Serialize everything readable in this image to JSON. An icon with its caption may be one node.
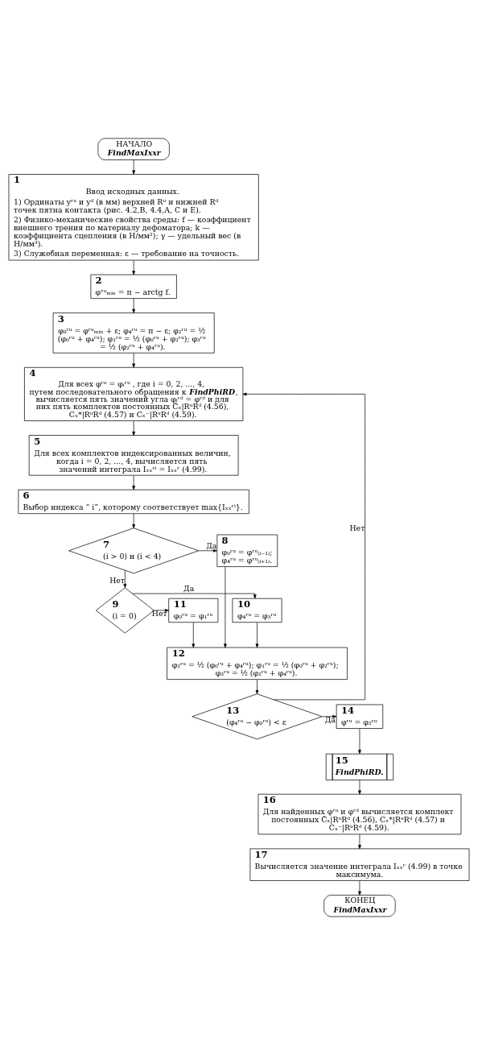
{
  "diagram": {
    "nodes": [
      {
        "text": [
          "НАЧАЛО",
          "FindMaxIxxr"
        ]
      },
      {
        "text": [
          "1",
          "Ввод исходных данных.",
          "1) Ординаты yʳᵘ и yᵈ (в мм) верхней Rᵘ и нижней Rᵈ точек пятна контакта (рис. 4.2,B, 4.4,A, C и E).",
          "2) Физико-механические свойства среды: f — коэффициент внешнего трения по материалу дефоматора; k — коэффициента сцепления (в Н/мм²); γ — удельный вес (в Н/мм³).",
          "3) Служебная переменная: ε — требование на точность."
        ]
      },
      {
        "text": [
          "2",
          "φʳᵘₘᵢₙ = π − arctg f."
        ]
      },
      {
        "text": [
          "3",
          "φ₀ʳᵘ = φʳᵘₘᵢₙ + ε; φ₄ʳᵘ = π − ε; φ₂ʳᵘ = ½ (φ₀ʳᵘ + φ₄ʳᵘ); φ₁ʳᵘ = ½ (φ₀ʳᵘ + φ₂ʳᵘ); φ₃ʳᵘ = ½ (φ₂ʳᵘ + φ₄ʳᵘ)."
        ]
      },
      {
        "text": [
          "4",
          "Для всех φʳᵘ = φᵢʳᵘ , где i = 0, 2, ..., 4, путем последовательного обращения к **FindPhiRD**, вычисляется пять значений угла φᵢʳᵈ = φʳᵈ и для них пять комплектов постоянных C̃ₓ|RᵘRᵈ (4.56), Cₓ*|RᵘRᵈ (4.57) и Cₓ⁻|RᵘRᵈ (4.59)."
        ]
      },
      {
        "text": [
          "5",
          "Для всех комплектов индексированных величин, когда i = 0, 2, ..., 4, вычисляется пять значений интеграла Iₓₓʳⁱ = Iₓₓʳ (4.99)."
        ]
      },
      {
        "text": [
          "6",
          "Выбор индекса “ i”, которому соответствует max{Iₓₓʳⁱ}."
        ]
      },
      {
        "text": [
          "7",
          "(i > 0) и (i < 4)"
        ]
      },
      {
        "text": [
          "8",
          "φ₀ʳᵘ = φʳᵘ₍ᵢ₋₁₎; φ₄ʳᵘ = φʳᵘ₍ᵢ₊₁₎."
        ]
      },
      {
        "text": [
          "9",
          "(i = 0)"
        ]
      },
      {
        "text": [
          "10",
          "φ₄ʳᵘ = φ₃ʳᵘ"
        ]
      },
      {
        "text": [
          "11",
          "φ₀ʳᵘ = φ₁ʳᵘ"
        ]
      },
      {
        "text": [
          "12",
          "φ₂ʳᵘ = ½ (φ₀ʳᵘ + φ₄ʳᵘ); φ₁ʳᵘ = ½ (φ₀ʳᵘ + φ₂ʳᵘ); φ₃ʳᵘ = ½ (φ₂ʳᵘ + φ₄ʳᵘ)."
        ]
      },
      {
        "text": [
          "13",
          "(φ₄ʳᵘ − φ₀ʳᵘ) < ε"
        ]
      },
      {
        "text": [
          "14",
          "φʳᵘ = φ₂ʳᵘ"
        ]
      },
      {
        "text": [
          "15",
          "FindPhiRD."
        ]
      },
      {
        "text": [
          "16",
          "Для найденных φʳᵘ и φʳᵈ вычисляется комплект постоянных C̃ₓ|RᵘRᵈ (4.56), Cₓ*|RᵘRᵈ (4.57) и Cₓ⁻|RᵘRᵈ (4.59)."
        ]
      },
      {
        "text": [
          "17",
          "Вычисляется значение интеграла Iₓₓʳ (4.99) в точке максимума."
        ]
      },
      {
        "text": [
          "КОНЕЦ",
          "FindMaxIxxr"
        ]
      }
    ],
    "edges": [
      {
        "from": 0,
        "to": 1,
        "arrow": "to"
      },
      {
        "from": 1,
        "to": 2,
        "arrow": "to"
      },
      {
        "from": 2,
        "to": 3,
        "arrow": "to"
      },
      {
        "from": 3,
        "to": 4,
        "arrow": "to"
      },
      {
        "from": 4,
        "to": 5,
        "arrow": "to"
      },
      {
        "from": 5,
        "to": 6,
        "arrow": "to"
      },
      {
        "from": 6,
        "to": 7,
        "arrow": "to"
      },
      {
        "from": 7,
        "to": 8,
        "arrow": "to",
        "label": "Да"
      },
      {
        "from": 7,
        "to": 9,
        "arrow": "to",
        "label": "Нет"
      },
      {
        "from": 9,
        "to": 10,
        "arrow": "to",
        "label": "Да"
      },
      {
        "from": 9,
        "to": 11,
        "arrow": "to",
        "label": "Нет"
      },
      {
        "from": 8,
        "to": 12,
        "arrow": "to"
      },
      {
        "from": 10,
        "to": 12,
        "arrow": "to"
      },
      {
        "from": 11,
        "to": 12,
        "arrow": "to"
      },
      {
        "from": 12,
        "to": 13,
        "arrow": "to"
      },
      {
        "from": 13,
        "to": 14,
        "arrow": "to",
        "label": "Да"
      },
      {
        "from": 13,
        "to": 4,
        "arrow": "to",
        "label": "Нет"
      },
      {
        "from": 14,
        "to": 15,
        "arrow": "to"
      },
      {
        "from": 15,
        "to": 16,
        "arrow": "to"
      },
      {
        "from": 16,
        "to": 17,
        "arrow": "to"
      },
      {
        "from": 17,
        "to": 18,
        "arrow": "to"
      }
    ]
  }
}
